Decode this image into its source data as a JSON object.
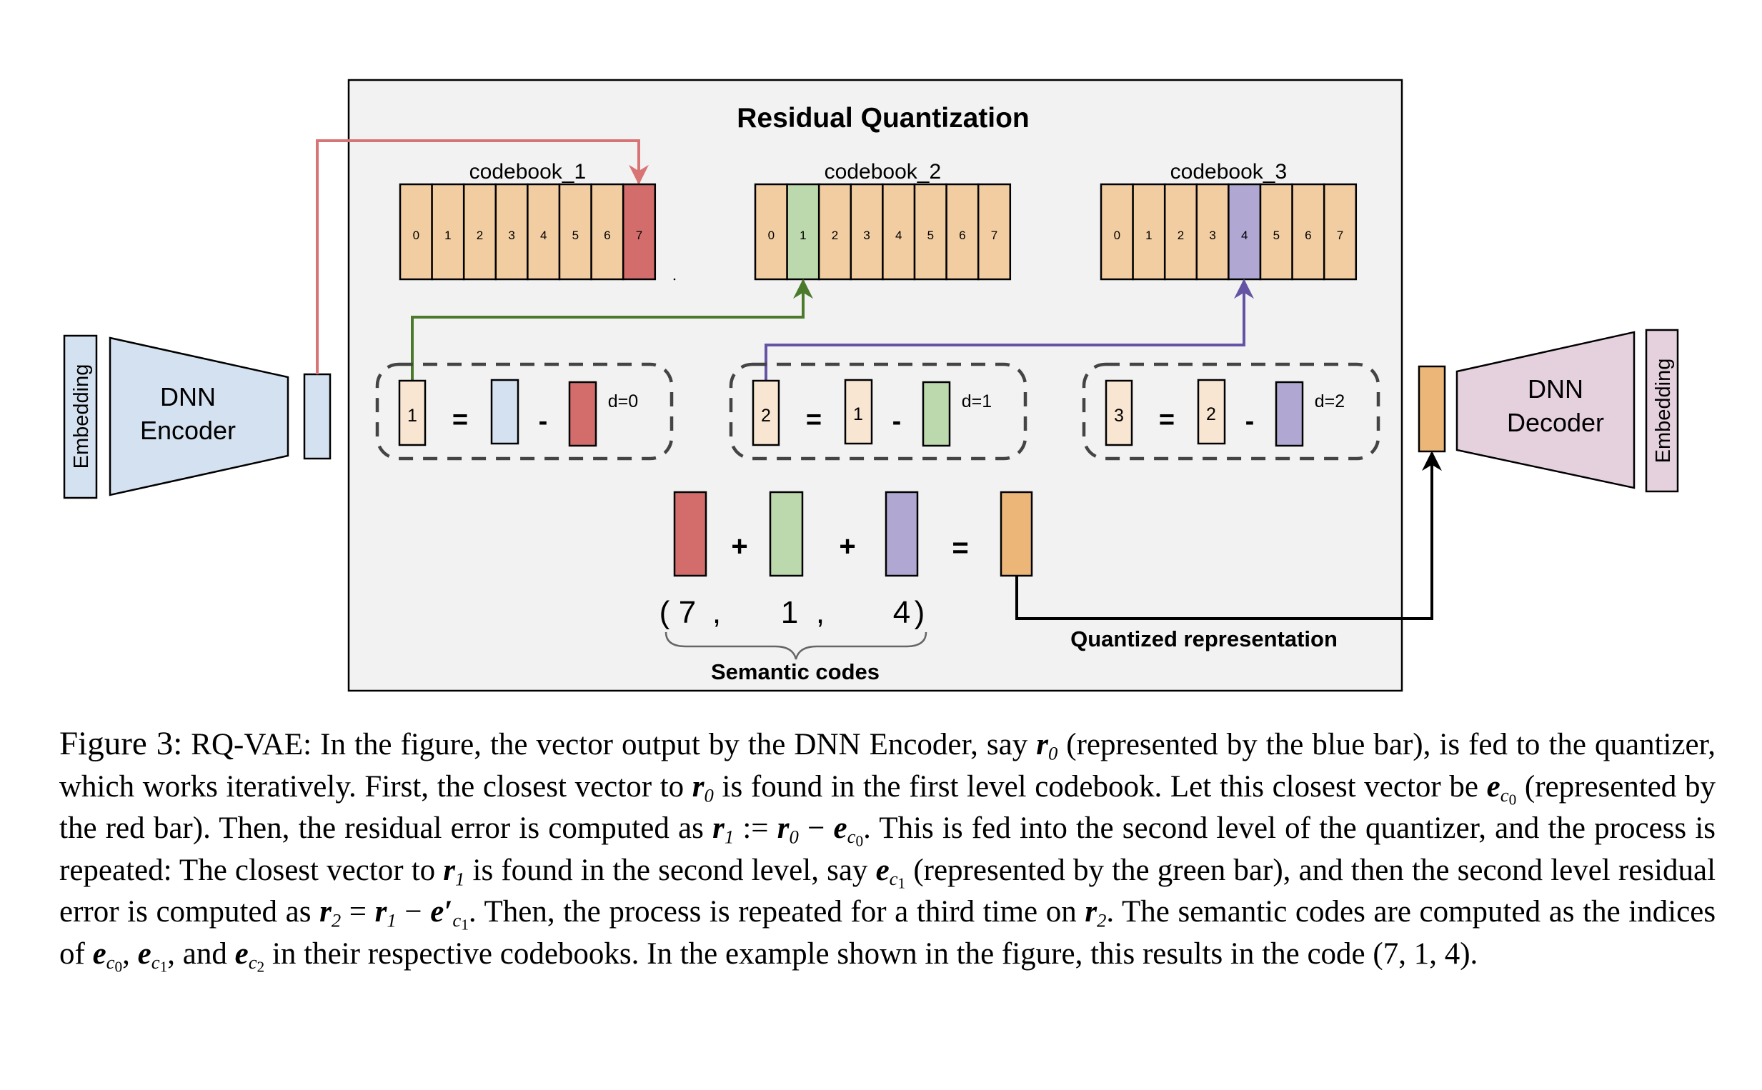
{
  "figure": {
    "title": "Residual Quantization",
    "colors": {
      "panel_bg": "#f2f2f2",
      "cell": "#f2cda1",
      "residual": "#f9e6d2",
      "encoder": "#d4e1f0",
      "decoder": "#e5d1de",
      "red": "#d36d6c",
      "green": "#bcd8ad",
      "purple": "#b1a7d3",
      "quantized": "#ecb678",
      "arrow_red": "#d87474",
      "arrow_green": "#4b7a2c",
      "arrow_purple": "#6554a4",
      "dash": "#444444"
    },
    "encoder": {
      "embedding_label": "Embedding",
      "line1": "DNN",
      "line2": "Encoder"
    },
    "decoder": {
      "embedding_label": "Embedding",
      "line1": "DNN",
      "line2": "Decoder"
    },
    "codebooks": [
      {
        "label": "codebook_1",
        "cells": [
          "0",
          "1",
          "2",
          "3",
          "4",
          "5",
          "6",
          "7"
        ],
        "selected": 7,
        "color_key": "red"
      },
      {
        "label": "codebook_2",
        "cells": [
          "0",
          "1",
          "2",
          "3",
          "4",
          "5",
          "6",
          "7"
        ],
        "selected": 1,
        "color_key": "green"
      },
      {
        "label": "codebook_3",
        "cells": [
          "0",
          "1",
          "2",
          "3",
          "4",
          "5",
          "6",
          "7"
        ],
        "selected": 4,
        "color_key": "purple"
      }
    ],
    "residual_steps": [
      {
        "result": "1",
        "eq": "=",
        "input": "",
        "minus": "-",
        "depth": "d=0",
        "input_key": "encoder",
        "sub_key": "red"
      },
      {
        "result": "2",
        "eq": "=",
        "input": "1",
        "minus": "-",
        "depth": "d=1",
        "input_key": "residual",
        "sub_key": "green"
      },
      {
        "result": "3",
        "eq": "=",
        "input": "2",
        "minus": "-",
        "depth": "d=2",
        "input_key": "residual",
        "sub_key": "purple"
      }
    ],
    "sum": {
      "plus1": "+",
      "plus2": "+",
      "equals": "="
    },
    "codes": {
      "open": "(",
      "values": [
        "7",
        "1",
        "4"
      ],
      "commas": [
        ",",
        ","
      ],
      "close": ")",
      "label": "Semantic codes"
    },
    "quantized_label": "Quantized representation"
  },
  "caption": {
    "prefix": "Figure 3:",
    "lines": [
      "RQ-VAE: In the figure, the vector output by the DNN Encoder, say",
      "(represented by the blue bar), is fed to the quantizer, which works iteratively. First, the closest vector to",
      "is found in the first level codebook. Let this closest vector be",
      "(represented by the red bar). Then, the residual error is computed as",
      ". This is fed into the second level of the quantizer, and the process is repeated: The closest vector to",
      "is found in the second level, say",
      "(represented by the green bar), and then the second level residual error is computed as",
      ". Then, the process is repeated for a third time on",
      ". The semantic codes are computed as the indices of",
      ",",
      ", and",
      "in their respective codebooks. In the example shown in the figure, this results in the code",
      "(7, 1, 4)",
      "."
    ]
  }
}
